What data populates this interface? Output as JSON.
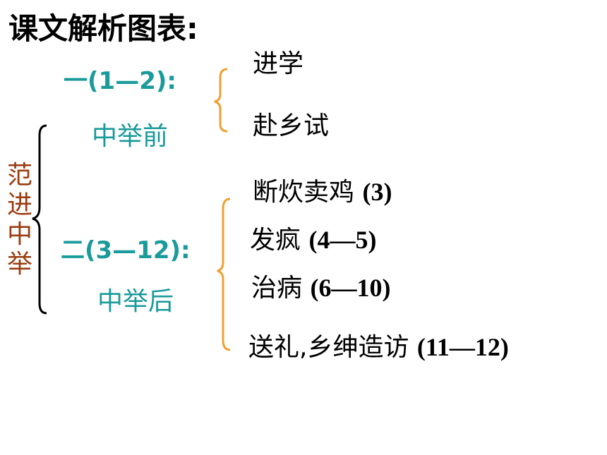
{
  "title": "课文解析图表:",
  "vertical_label": "范进中举",
  "section1": {
    "label": "一(1—2):",
    "subtitle": "中举前"
  },
  "section2": {
    "label": "二(3—12):",
    "subtitle": "中举后"
  },
  "group1_items": [
    {
      "text": "进学",
      "range": ""
    },
    {
      "text": "赴乡试",
      "range": ""
    }
  ],
  "group2_items": [
    {
      "text": "断炊卖鸡 ",
      "range": "(3)"
    },
    {
      "text": "发疯 ",
      "range": "(4—5)"
    },
    {
      "text": "治病 ",
      "range": "(6—10)"
    },
    {
      "text": "送礼,乡绅造访 ",
      "range": "(11—12)"
    }
  ],
  "colors": {
    "teal": "#1a9a9a",
    "brown": "#9a3d10",
    "orange": "#f0a030",
    "black": "#000000"
  }
}
